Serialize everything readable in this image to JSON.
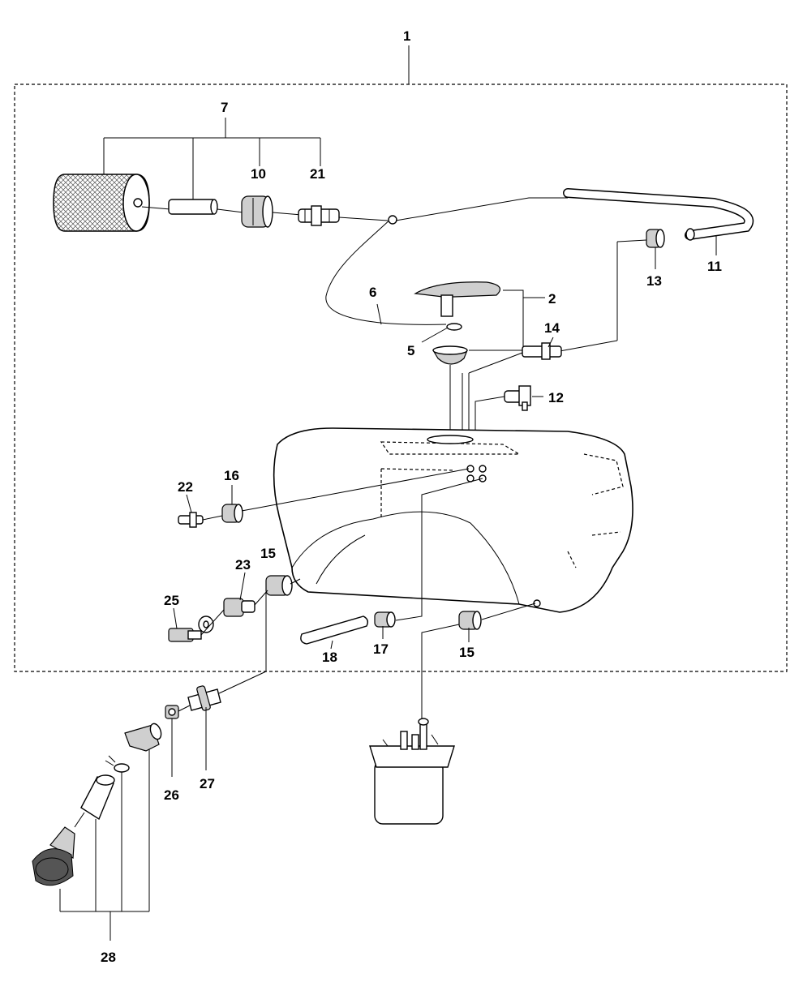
{
  "callouts": {
    "c1": "1",
    "c2": "2",
    "c5": "5",
    "c6": "6",
    "c7": "7",
    "c10": "10",
    "c11": "11",
    "c12": "12",
    "c13": "13",
    "c14": "14",
    "c15a": "15",
    "c15b": "15",
    "c16": "16",
    "c17": "17",
    "c18": "18",
    "c21": "21",
    "c22": "22",
    "c23": "23",
    "c25": "25",
    "c26": "26",
    "c27": "27",
    "c28": "28"
  }
}
